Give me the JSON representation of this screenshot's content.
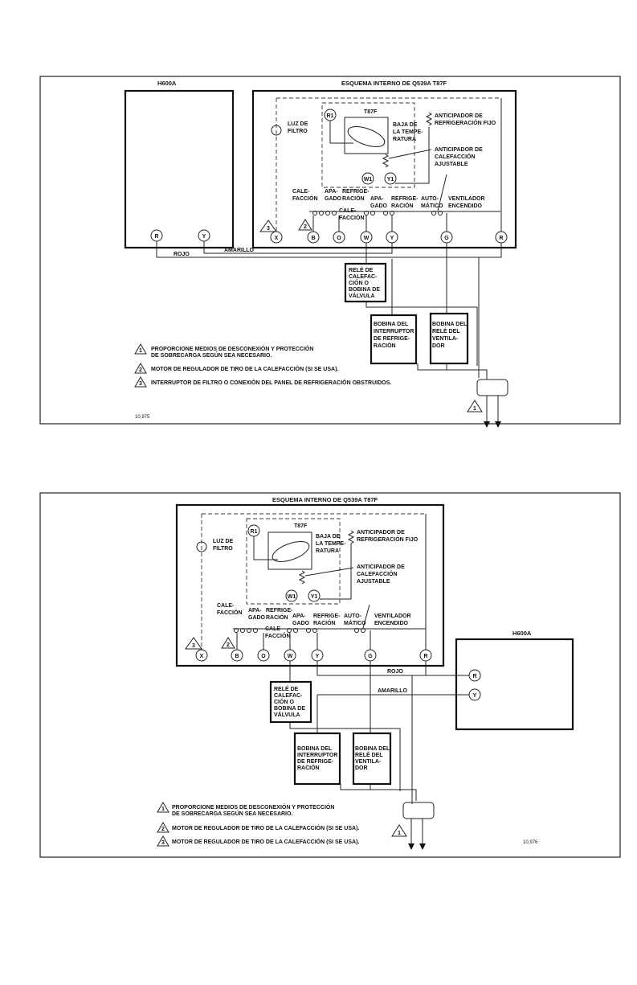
{
  "diagram1": {
    "h600a_label": "H600A",
    "schema_title": "ESQUEMA INTERNO DE Q539A T87F",
    "t87f": "T87F",
    "luz_filtro": [
      "LUZ DE",
      "FILTRO"
    ],
    "baja_temp": [
      "BAJA DE",
      "LA TEMPE-",
      "RATURA"
    ],
    "anticipador_refrig": [
      "ANTICIPADOR DE",
      "REFRIGERACIÓN FIJO"
    ],
    "anticipador_calef": [
      "ANTICIPADOR DE",
      "CALEFACCIÓN",
      "AJUSTABLE"
    ],
    "switch_labels": {
      "calefaccion": [
        "CALE-",
        "FACCIÓN"
      ],
      "apagado": [
        "APA-",
        "GADO"
      ],
      "refrigeracion": [
        "REFRIGE-",
        "RACIÓN"
      ],
      "apagado2": [
        "APA-",
        "GADO"
      ],
      "refrigeracion2": [
        "REFRIGE-",
        "RACIÓN"
      ],
      "automatico": [
        "AUTO-",
        "MÁTICO"
      ],
      "ventilador": [
        "VENTILADOR",
        "ENCENDIDO"
      ],
      "calefaccion2": [
        "CALE-",
        "FACCIÓN"
      ]
    },
    "terminals": [
      "X",
      "B",
      "O",
      "W",
      "Y",
      "G",
      "R"
    ],
    "h600a_terminals": [
      "R",
      "Y"
    ],
    "internal_terminals": [
      "R1",
      "W1",
      "Y1"
    ],
    "wire_amarillo": "AMARILLO",
    "wire_rojo": "ROJO",
    "rele_calefaccion": [
      "RELÉ DE",
      "CALEFAC-",
      "CIÓN O",
      "BOBINA DE",
      "VÁLVULA"
    ],
    "bobina_interruptor": [
      "BOBINA DEL",
      "INTERRUPTOR",
      "DE REFRIGE-",
      "RACIÓN"
    ],
    "bobina_rele": [
      "BOBINA DEL",
      "RELÉ DEL",
      "VENTILA-",
      "DOR"
    ],
    "notes": [
      {
        "num": "1",
        "text": [
          "PROPORCIONE MEDIOS DE DESCONEXIÓN Y PROTECCIÓN",
          "DE SOBRECARGA SEGÚN SEA NECESARIO."
        ]
      },
      {
        "num": "2",
        "text": [
          "MOTOR DE REGULADOR DE TIRO DE LA CALEFACCIÓN (SI SE USA)."
        ]
      },
      {
        "num": "3",
        "text": [
          "INTERRUPTOR DE FILTRO O CONEXIÓN DEL PANEL DE REFRIGERACIÓN OBSTRUIDOS."
        ]
      }
    ],
    "figure_number": "10,975"
  },
  "diagram2": {
    "h600a_label": "H600A",
    "schema_title": "ESQUEMA INTERNO DE Q539A T87F",
    "t87f": "T87F",
    "luz_filtro": [
      "LUZ DE",
      "FILTRO"
    ],
    "baja_temp": [
      "BAJA DE",
      "LA TEMPE-",
      "RATURA"
    ],
    "anticipador_refrig": [
      "ANTICIPADOR DE",
      "REFRIGERACIÓN FIJO"
    ],
    "anticipador_calef": [
      "ANTICIPADOR DE",
      "CALEFACCIÓN",
      "AJUSTABLE"
    ],
    "switch_labels": {
      "calefaccion": [
        "CALE-",
        "FACCIÓN"
      ],
      "apagado": [
        "APA-",
        "GADO"
      ],
      "refrigeracion": [
        "REFRIGE-",
        "RACIÓN"
      ],
      "apagado2": [
        "APA-",
        "GADO"
      ],
      "refrigeracion2": [
        "REFRIGE-",
        "RACIÓN"
      ],
      "automatico": [
        "AUTO-",
        "MÁTICO"
      ],
      "ventilador": [
        "VENTILADOR",
        "ENCENDIDO"
      ],
      "calefaccion2": [
        "CALE-",
        "FACCIÓN"
      ]
    },
    "terminals": [
      "X",
      "B",
      "O",
      "W",
      "Y",
      "G",
      "R"
    ],
    "h600a_terminals": [
      "R",
      "Y"
    ],
    "internal_terminals": [
      "R1",
      "W1",
      "Y1"
    ],
    "wire_amarillo": "AMARILLO",
    "wire_rojo": "ROJO",
    "rele_calefaccion": [
      "RELÉ DE",
      "CALEFAC-",
      "CIÓN O",
      "BOBINA DE",
      "VÁLVULA"
    ],
    "bobina_interruptor": [
      "BOBINA DEL",
      "INTERRUPTOR",
      "DE REFRIGE-",
      "RACIÓN"
    ],
    "bobina_rele": [
      "BOBINA DEL",
      "RELÉ DEL",
      "VENTILA-",
      "DOR"
    ],
    "notes": [
      {
        "num": "1",
        "text": [
          "PROPORCIONE MEDIOS DE DESCONEXIÓN Y PROTECCIÓN",
          "DE SOBRECARGA SEGÚN SEA NECESARIO."
        ]
      },
      {
        "num": "2",
        "text": [
          "MOTOR DE REGULADOR DE TIRO DE LA CALEFACCIÓN (SI SE USA)."
        ]
      },
      {
        "num": "3",
        "text": [
          "MOTOR DE REGULADOR DE TIRO DE LA CALEFACCIÓN (SI SE USA)."
        ]
      }
    ],
    "figure_number": "10,976"
  }
}
